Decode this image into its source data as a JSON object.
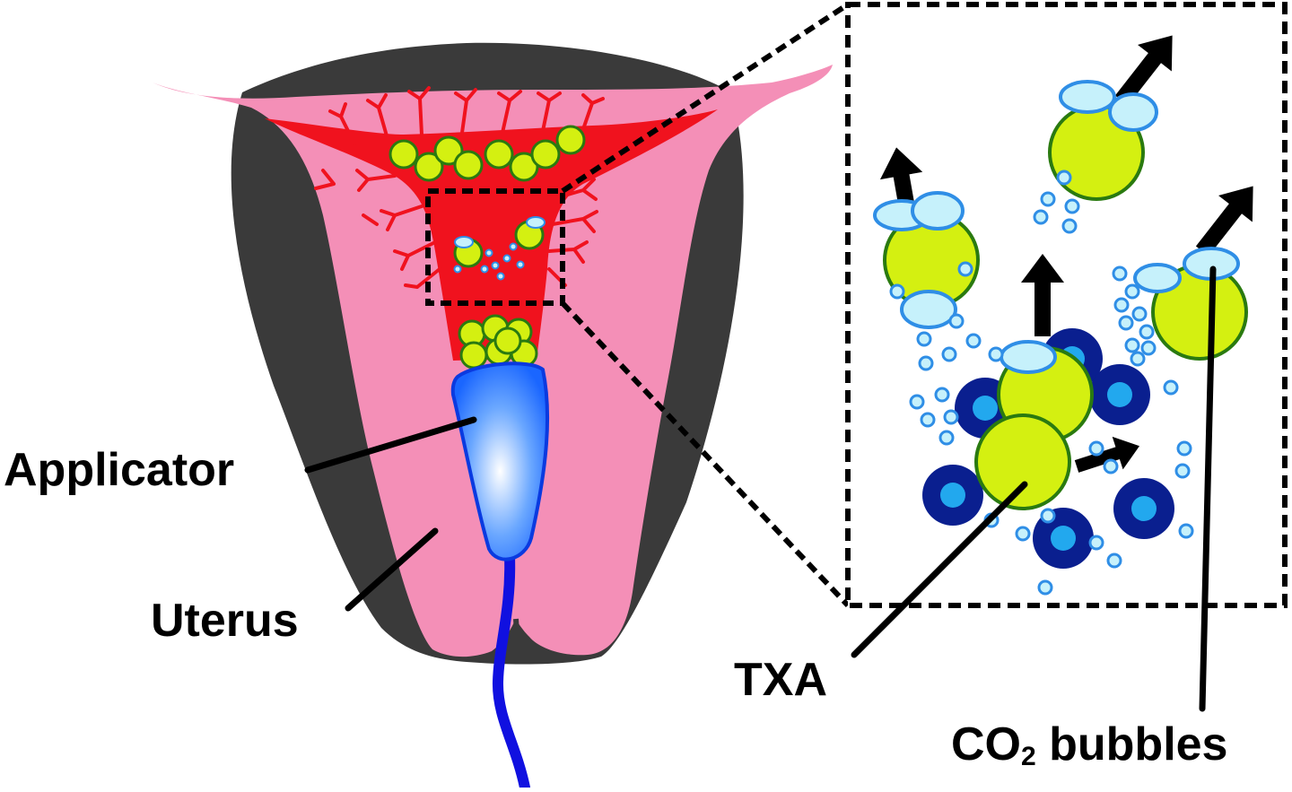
{
  "labels": {
    "applicator": "Applicator",
    "uterus": "Uterus",
    "txa": "TXA",
    "co2_main": "CO",
    "co2_sub": "2",
    "co2_rest": " bubbles"
  },
  "colors": {
    "outer_tissue": "#3a3a3a",
    "uterus_pink": "#f48fb7",
    "blood_red": "#f0121e",
    "txa_green": "#d4f011",
    "txa_outline": "#2a7a10",
    "bubble_light": "#c6f1fb",
    "bubble_outline": "#2f8ee6",
    "platelet_dark": "#0a1f8f",
    "platelet_light": "#22a8ee",
    "applicator_blue": "#1a66ff",
    "catheter_blue": "#1010e0",
    "ink": "#000000"
  }
}
